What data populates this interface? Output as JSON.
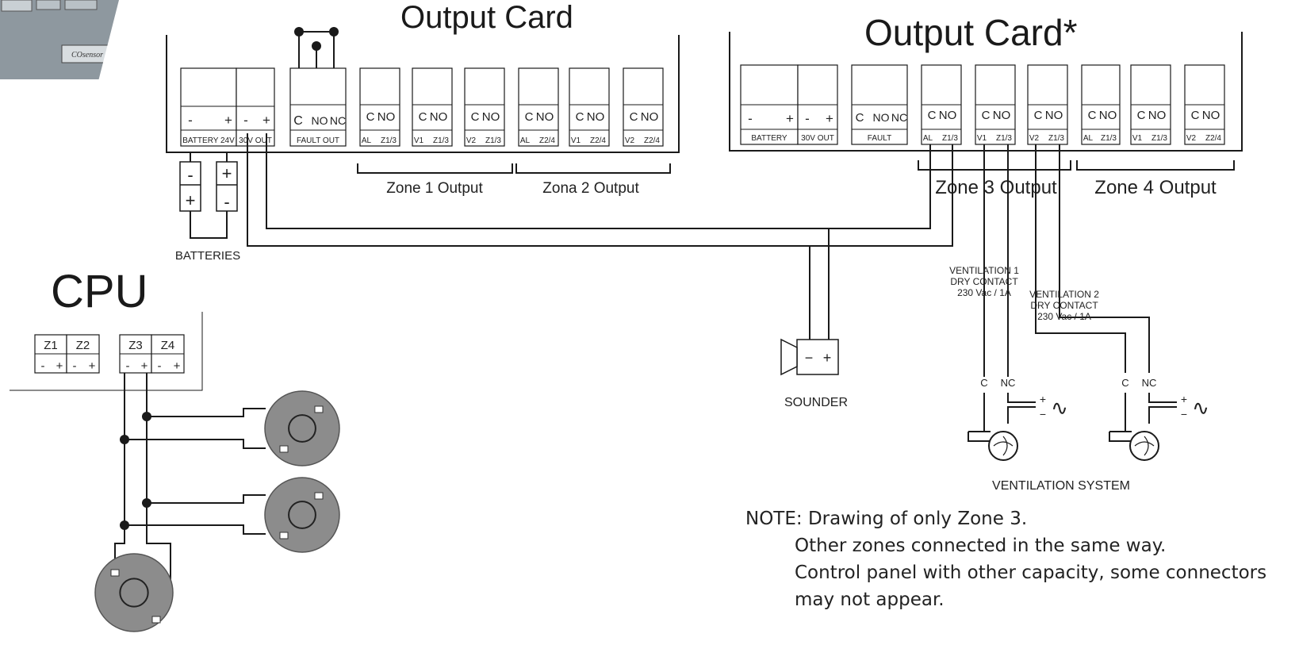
{
  "titles": {
    "card_left": "Output Card",
    "card_right": "Output Card*",
    "cpu": "CPU"
  },
  "device_logo": "COsensor",
  "left_card": {
    "terminals": [
      {
        "top": [
          "-",
          "+"
        ],
        "label": "BATTERY 24V"
      },
      {
        "top": [
          "-",
          "+"
        ],
        "label": "30V OUT"
      },
      {
        "top": [
          "C",
          "NO",
          "NC"
        ],
        "label": "FAULT OUT"
      },
      {
        "top": [
          "C",
          "NO"
        ],
        "label": [
          "AL",
          "Z1/3"
        ]
      },
      {
        "top": [
          "C",
          "NO"
        ],
        "label": [
          "V1",
          "Z1/3"
        ]
      },
      {
        "top": [
          "C",
          "NO"
        ],
        "label": [
          "V2",
          "Z1/3"
        ]
      },
      {
        "top": [
          "C",
          "NO"
        ],
        "label": [
          "AL",
          "Z2/4"
        ]
      },
      {
        "top": [
          "C",
          "NO"
        ],
        "label": [
          "V1",
          "Z2/4"
        ]
      },
      {
        "top": [
          "C",
          "NO"
        ],
        "label": [
          "V2",
          "Z2/4"
        ]
      }
    ],
    "zone1": "Zone 1 Output",
    "zone2": "Zona 2 Output"
  },
  "right_card": {
    "terminals": [
      {
        "top": [
          "-",
          "+"
        ],
        "label": "BATTERY"
      },
      {
        "top": [
          "-",
          "+"
        ],
        "label": "30V OUT"
      },
      {
        "top": [
          "C",
          "NO",
          "NC"
        ],
        "label": "FAULT"
      },
      {
        "top": [
          "C",
          "NO"
        ],
        "label": [
          "AL",
          "Z1/3"
        ]
      },
      {
        "top": [
          "C",
          "NO"
        ],
        "label": [
          "V1",
          "Z1/3"
        ]
      },
      {
        "top": [
          "C",
          "NO"
        ],
        "label": [
          "V2",
          "Z1/3"
        ]
      },
      {
        "top": [
          "C",
          "NO"
        ],
        "label": [
          "AL",
          "Z1/3"
        ]
      },
      {
        "top": [
          "C",
          "NO"
        ],
        "label": [
          "V1",
          "Z1/3"
        ]
      },
      {
        "top": [
          "C",
          "NO"
        ],
        "label": [
          "V2",
          "Z2/4"
        ]
      }
    ],
    "zone3": "Zone 3 Output",
    "zone4": "Zone 4 Output"
  },
  "batteries_label": "BATTERIES",
  "battery_signs": [
    "-",
    "+",
    "+",
    "-"
  ],
  "cpu_zones": {
    "headers": [
      "Z1",
      "Z2",
      "Z3",
      "Z4"
    ],
    "signs": [
      "-",
      "+",
      "-",
      "+",
      "-",
      "+",
      "-",
      "+"
    ]
  },
  "sounder": {
    "label": "SOUNDER",
    "signs": [
      "−",
      "+"
    ]
  },
  "ventilation1": [
    "VENTILATION 1",
    "DRY CONTACT",
    "230 Vac / 1A"
  ],
  "ventilation2": [
    "VENTILATION 2",
    "DRY CONTACT",
    "230 Vac / 1A"
  ],
  "contact_labels": [
    "C",
    "NC",
    "C",
    "NC"
  ],
  "supply_signs": [
    "+",
    "−",
    "+",
    "−"
  ],
  "ac_symbol": "∿",
  "ventilation_system": "VENTILATION SYSTEM",
  "note": {
    "line1": "NOTE: Drawing of only Zone 3.",
    "line2": "Other zones connected in the same way.",
    "line3": "Control panel with other capacity, some connectors",
    "line4": "may not  appear."
  },
  "colors": {
    "line": "#1a1a1a",
    "detector_fill": "#8c8c8c",
    "photo_bg": "#7d8790"
  }
}
